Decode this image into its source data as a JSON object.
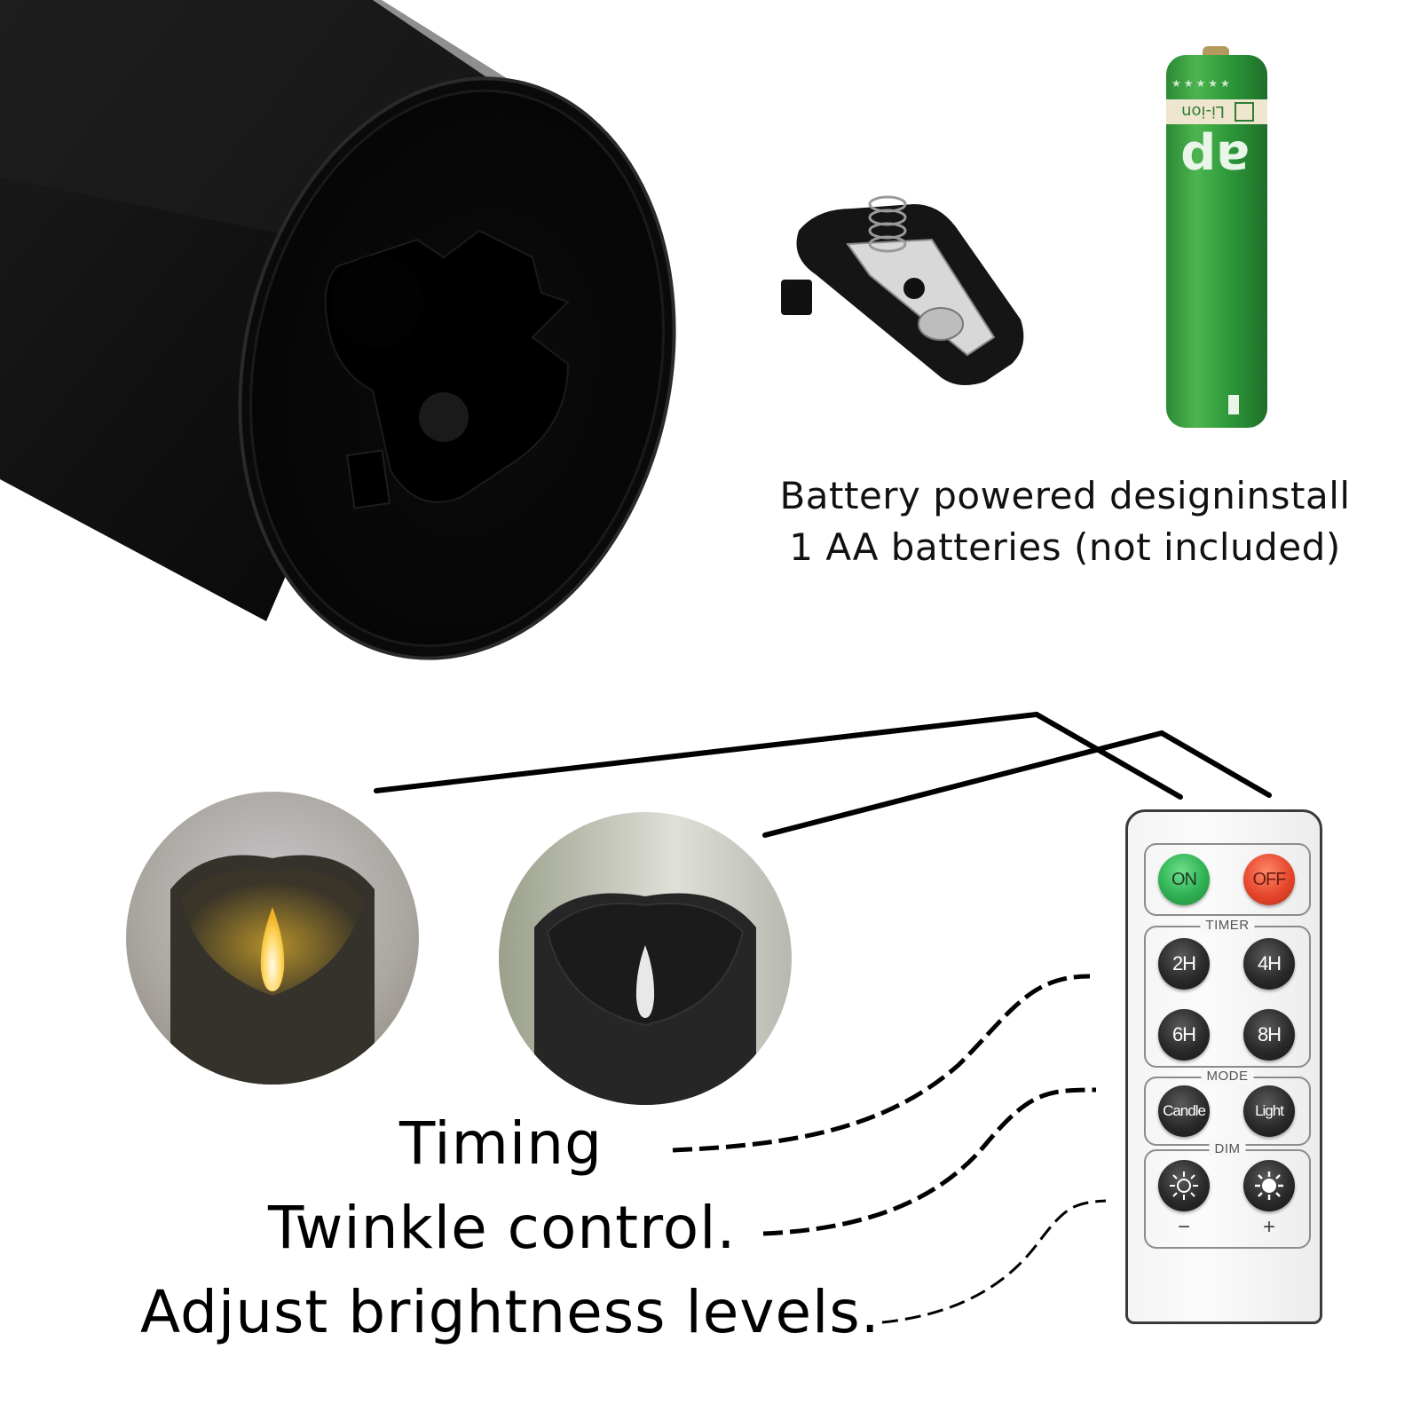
{
  "caption": {
    "line1": "Battery powered designinstall",
    "line2": "1 AA batteries (not included)"
  },
  "battery": {
    "label_text": "Li-ion",
    "brand_mark": "ap",
    "stars": "★★★★★",
    "color": "#2e9a3a"
  },
  "candles": [
    {
      "name": "lit-candle",
      "state": "on",
      "flame_color": "#ffd866"
    },
    {
      "name": "unlit-candle",
      "state": "off",
      "flame_color": "#e8e8e8"
    }
  ],
  "features": [
    {
      "label": "Timing"
    },
    {
      "label": "Twinkle control."
    },
    {
      "label": "Adjust brightness levels."
    }
  ],
  "remote": {
    "power": {
      "on_label": "ON",
      "off_label": "OFF",
      "on_color": "#2fb153",
      "off_color": "#e6462b"
    },
    "timer": {
      "title": "TIMER",
      "buttons": [
        "2H",
        "4H",
        "6H",
        "8H"
      ]
    },
    "mode": {
      "title": "MODE",
      "buttons": [
        "Candle",
        "Light"
      ]
    },
    "dim": {
      "title": "DIM",
      "minus_label": "−",
      "plus_label": "+",
      "minus_icon": "sun-outline-icon",
      "plus_icon": "sun-filled-icon"
    }
  }
}
